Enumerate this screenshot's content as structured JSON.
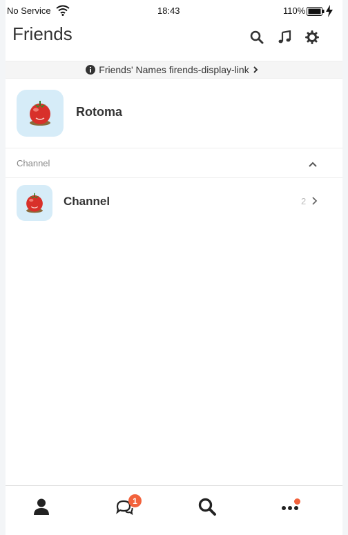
{
  "status_bar": {
    "carrier": "No Service",
    "time": "18:43",
    "battery": "110%"
  },
  "header": {
    "title": "Friends"
  },
  "notice": {
    "text": "Friends' Names firends-display-link"
  },
  "profile": {
    "name": "Rotoma"
  },
  "channel_group": {
    "label": "Channel"
  },
  "channels": [
    {
      "name": "Channel",
      "count": "2"
    }
  ],
  "tabs": {
    "chat_badge": "1"
  },
  "colors": {
    "accent": "#f2623c",
    "avatar_bg": "#d6ecf8"
  },
  "icons": [
    "wifi-icon",
    "battery-icon",
    "charging-icon",
    "search-icon",
    "music-note-icon",
    "gear-icon",
    "info-icon",
    "chevron-right-icon",
    "chevron-up-icon",
    "person-icon",
    "chat-bubbles-icon",
    "more-dots-icon"
  ]
}
